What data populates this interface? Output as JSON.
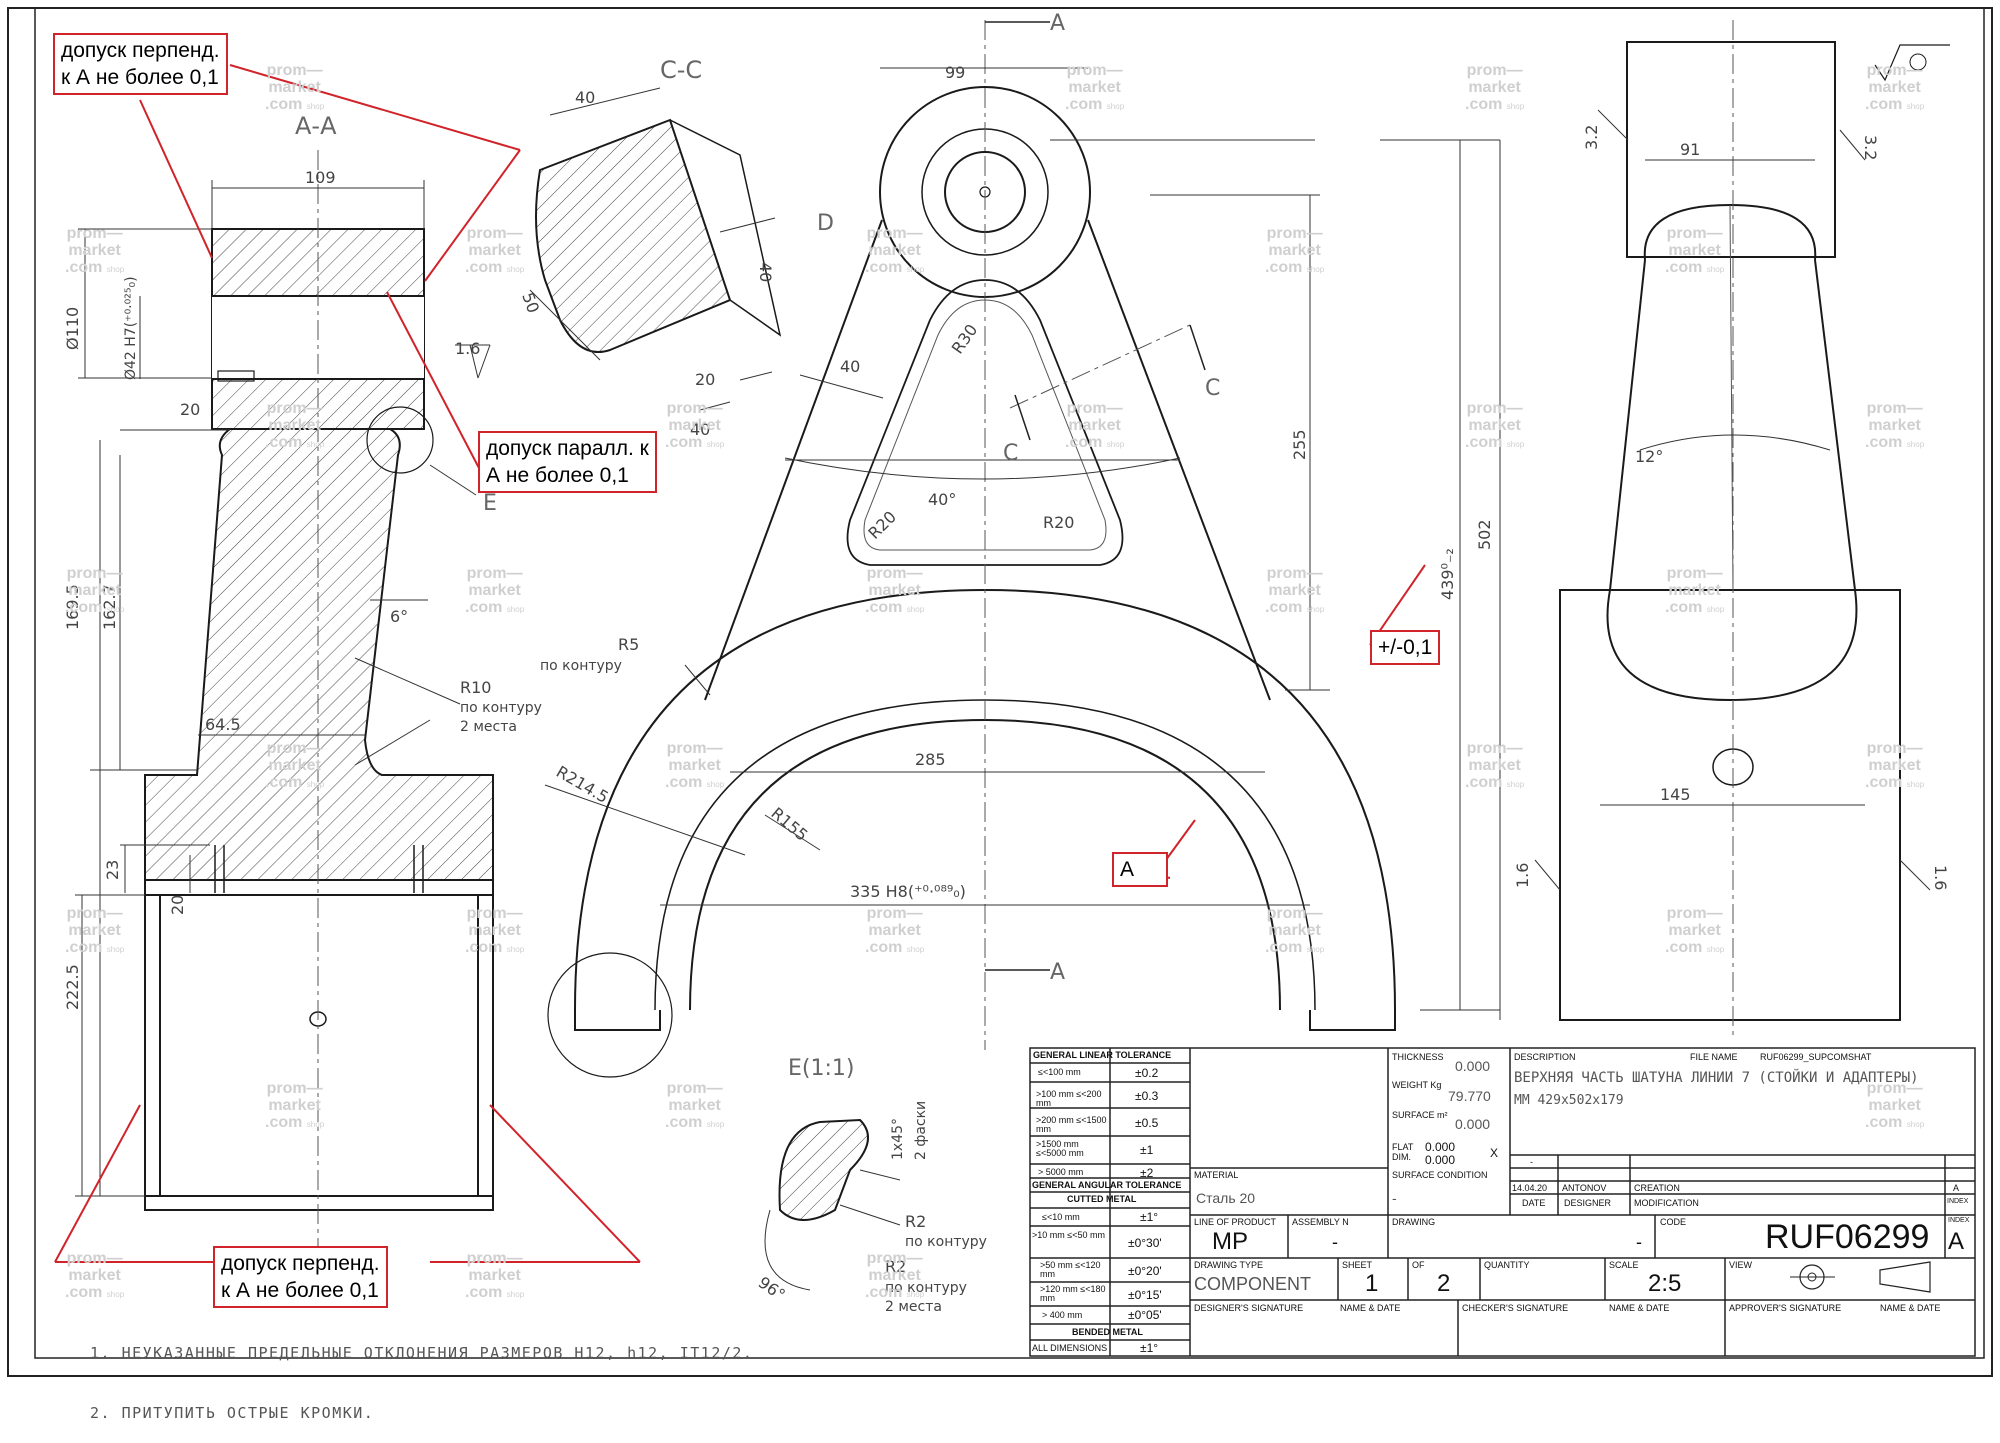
{
  "notes_boxes": {
    "perp_top": "допуск перпенд.\nк А не более 0,1",
    "parallel": "допуск паралл. к\nА не более 0,1",
    "perp_bottom": "допуск перпенд.\nк А не более 0,1",
    "tolerance": "+/-0,1",
    "datum": "А"
  },
  "section_labels": {
    "aa": "А-А",
    "cc": "С-С",
    "e_detail": "Е(1:1)",
    "e": "Е",
    "d": "D",
    "a_arrow": "А",
    "c_arrow": "С"
  },
  "dimensions": {
    "d109": "109",
    "d40": "40",
    "d50": "50",
    "d40b": "40",
    "d20": "20",
    "d40c": "40",
    "d99": "99",
    "d255": "255",
    "d502": "502",
    "d439": "439⁰₋₂",
    "d285": "285",
    "d335": "335 H8(⁺⁰·⁰⁸⁹₀)",
    "r30": "R30",
    "d40_arm": "40",
    "ang40": "40°",
    "r20a": "R20",
    "r20b": "R20",
    "r5": "R5",
    "r5_sub": "по контуру",
    "r10": "R10",
    "r10_sub1": "по контуру",
    "r10_sub2": "2 места",
    "r2145": "R214.5",
    "r155": "R155",
    "d110": "Ø110",
    "d42": "Ø42 H7(⁺⁰·⁰²⁵₀)",
    "d1695": "169.5",
    "d1627": "162.7",
    "d6": "6°",
    "d645": "64.5",
    "d23": "23",
    "d20a": "20",
    "d20b": "20",
    "d2225": "222.5",
    "r16": "1.6",
    "d91": "91",
    "d12": "12°",
    "d145": "145",
    "r32a": "3.2",
    "r32b": "3.2",
    "r16b": "1.6",
    "r16c": "1.6",
    "e_chamfer": "1x45°",
    "e_chamfer2": "2 фаски",
    "e_r2": "R2",
    "e_r2_sub": "по контуру",
    "e_r2b": "R2",
    "e_r2b_sub1": "по контуру",
    "e_r2b_sub2": "2 места",
    "e_96": "96°"
  },
  "general_notes": [
    "1. НЕУКАЗАННЫЕ ПРЕДЕЛЬНЫЕ ОТКЛОНЕНИЯ РАЗМЕРОВ H12, h12, IT12/2.",
    "2. ПРИТУПИТЬ ОСТРЫЕ КРОМКИ."
  ],
  "watermark": {
    "line1": "prom—",
    "line2": "market",
    "line3": ".com",
    "sub": "shop"
  },
  "title_block": {
    "linear_tol_header": "GENERAL LINEAR TOLERANCE",
    "linear_tol": [
      {
        "range": "≤<100 mm",
        "tol": "±0.2"
      },
      {
        "range": ">100 mm ≤<200 mm",
        "tol": "±0.3"
      },
      {
        "range": ">200 mm ≤<1500 mm",
        "tol": "±0.5"
      },
      {
        "range": ">1500 mm ≤<5000 mm",
        "tol": "±1"
      },
      {
        "range": "> 5000 mm",
        "tol": "±2"
      }
    ],
    "angular_tol_header": "GENERAL ANGULAR TOLERANCE",
    "cutted_header": "CUTTED METAL",
    "angular_tol": [
      {
        "range": "≤<10 mm",
        "tol": "±1°"
      },
      {
        "range": ">10 mm ≤<50 mm",
        "tol": "±0°30'"
      },
      {
        "range": ">50 mm ≤<120 mm",
        "tol": "±0°20'"
      },
      {
        "range": ">120 mm ≤<180 mm",
        "tol": "±0°15'"
      },
      {
        "range": "> 400 mm",
        "tol": "±0°05'"
      }
    ],
    "bended_header": "BENDED METAL",
    "bended_row": {
      "range": "ALL DIMENSIONS",
      "tol": "±1°"
    },
    "thickness_label": "THICKNESS",
    "thickness": "0.000",
    "weight_label": "WEIGHT Kg",
    "weight": "79.770",
    "surface_label": "SURFACE m²",
    "surface": "0.000",
    "flat_label": "FLAT DIM.",
    "flat1": "0.000",
    "flat2": "0.000",
    "flat_x": "X",
    "surface_cond_label": "SURFACE CONDITION",
    "surface_cond": "-",
    "description_label": "DESCRIPTION",
    "file_name_label": "FILE NAME",
    "file_name": "RUF06299_SUPCOMSHAT",
    "description1": "ВЕРХНЯЯ ЧАСТЬ ШАТУНА ЛИНИИ 7 (СТОЙКИ И АДАПТЕРЫ)",
    "description2": "ММ 429x502x179",
    "material_label": "MATERIAL",
    "material": "Сталь 20",
    "rev_date": "14.04.20",
    "rev_designer": "ANTONOV",
    "rev_mod": "CREATION",
    "rev_index": "A",
    "rev_dash": "-",
    "date_label": "DATE",
    "designer_label": "DESIGNER",
    "modification_label": "MODIFICATION",
    "index_label": "INDEX",
    "line_product_label": "LINE OF PRODUCT",
    "line_product": "MP",
    "assembly_label": "ASSEMBLY N",
    "assembly": "-",
    "drawing_label": "DRAWING",
    "drawing": "-",
    "code_label": "CODE",
    "code": "RUF06299",
    "index_label2": "INDEX",
    "index": "A",
    "drawing_type_label": "DRAWING TYPE",
    "drawing_type": "COMPONENT",
    "sheet_label": "SHEET",
    "sheet": "1",
    "of_label": "OF",
    "of": "2",
    "quantity_label": "QUANTITY",
    "quantity": "",
    "scale_label": "SCALE",
    "scale": "2:5",
    "view_label": "VIEW",
    "designer_sig": "DESIGNER'S SIGNATURE",
    "name_date1": "NAME & DATE",
    "checker_sig": "CHECKER'S SIGNATURE",
    "name_date2": "NAME & DATE",
    "approver_sig": "APPROVER'S SIGNATURE",
    "name_date3": "NAME & DATE"
  },
  "colors": {
    "line": "#1a1a1a",
    "thin": "#333333",
    "markup": "#d0232a",
    "watermark": "#cfcfcf"
  }
}
